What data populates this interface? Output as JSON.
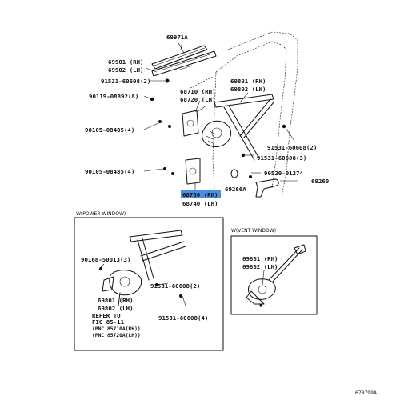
{
  "parts": {
    "p69971a": "69971A",
    "p69901": "69901 (RH)",
    "p69902": "69902 (LH)",
    "p91531_2": "91531-60608(2)",
    "p90119": "90119-08892(8)",
    "p68710": "68710 (RH)",
    "p68720": "68720 (LH)",
    "p69801": "69801 (RH)",
    "p69802": "69802 (LH)",
    "p90105_a": "90105-08485(4)",
    "p90105_b": "90105-08485(4)",
    "p91531_b": "91531-60608(2)",
    "p91531_c": "91531-60608(3)",
    "p90520": "90520-01274",
    "p69266a": "69266A",
    "p69260": "69260",
    "p68730": "68730 (RH)",
    "p68740": "68740 (LH)"
  },
  "power_window_box": {
    "title": "W(POWER WINDOW)",
    "p90168": "90168-50013(3)",
    "p69801": "69801 (RH)",
    "p69802": "69802 (LH)",
    "p91531_a": "91531-60608(2)",
    "p91531_b": "91531-60608(4)",
    "refer_1": "REFER TO",
    "refer_2": "FIG 85-11",
    "refer_3": "(PNC 85710A(RH))",
    "refer_4": "(PNC 85720A(LH))"
  },
  "vent_window_box": {
    "title": "W(VENT WINDOW)",
    "p69801": "69801 (RH)",
    "p69802": "69802 (LH)"
  },
  "figure_id": "678799A",
  "colors": {
    "highlight": "#4a8fe3",
    "ink": "#111111",
    "background": "#ffffff"
  }
}
